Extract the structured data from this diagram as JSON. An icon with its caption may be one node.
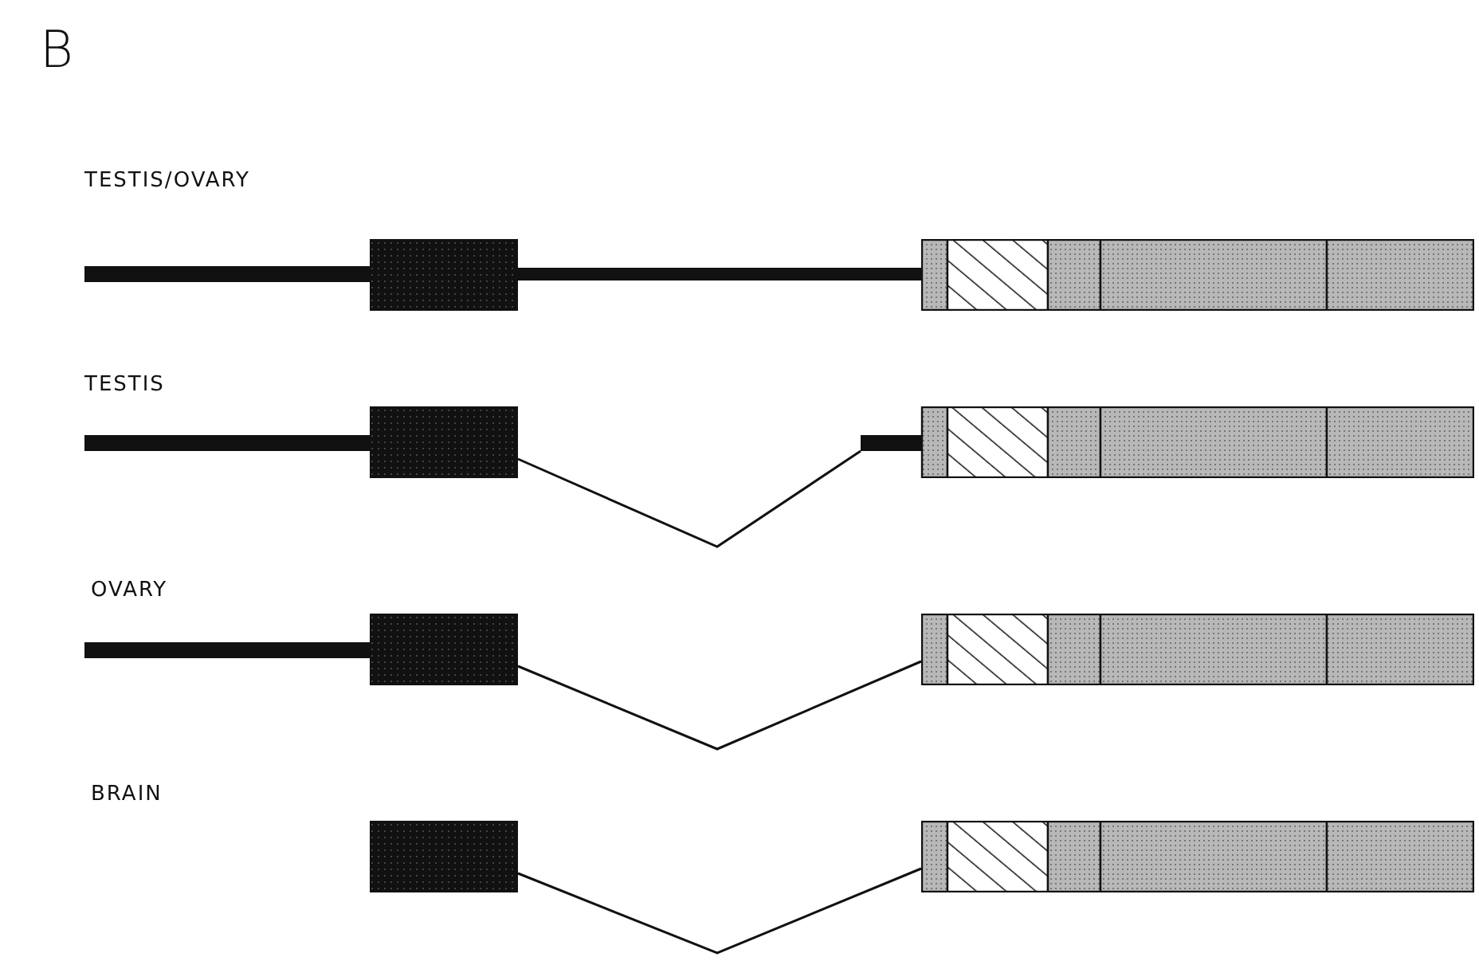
{
  "diagram": {
    "nodes": [
      {
        "text": [],
        "shape": "box"
      },
      {
        "text": [],
        "shape": "box"
      },
      {
        "text": [],
        "shape": "box"
      },
      {
        "text": [],
        "shape": "box"
      },
      {
        "text": [],
        "shape": "box"
      },
      {
        "text": [],
        "shape": "box"
      },
      {
        "text": [],
        "shape": "box"
      },
      {
        "text": [],
        "shape": "box"
      }
    ],
    "edges": [
      {
        "from": 2,
        "to": 3,
        "arrow": "none"
      },
      {
        "from": 4,
        "to": 5,
        "arrow": "none"
      },
      {
        "from": 6,
        "to": 7,
        "arrow": "none"
      }
    ],
    "labels": [
      "B",
      "TESTIS/OVARY",
      "TESTIS",
      "OVARY",
      "BRAIN"
    ]
  }
}
